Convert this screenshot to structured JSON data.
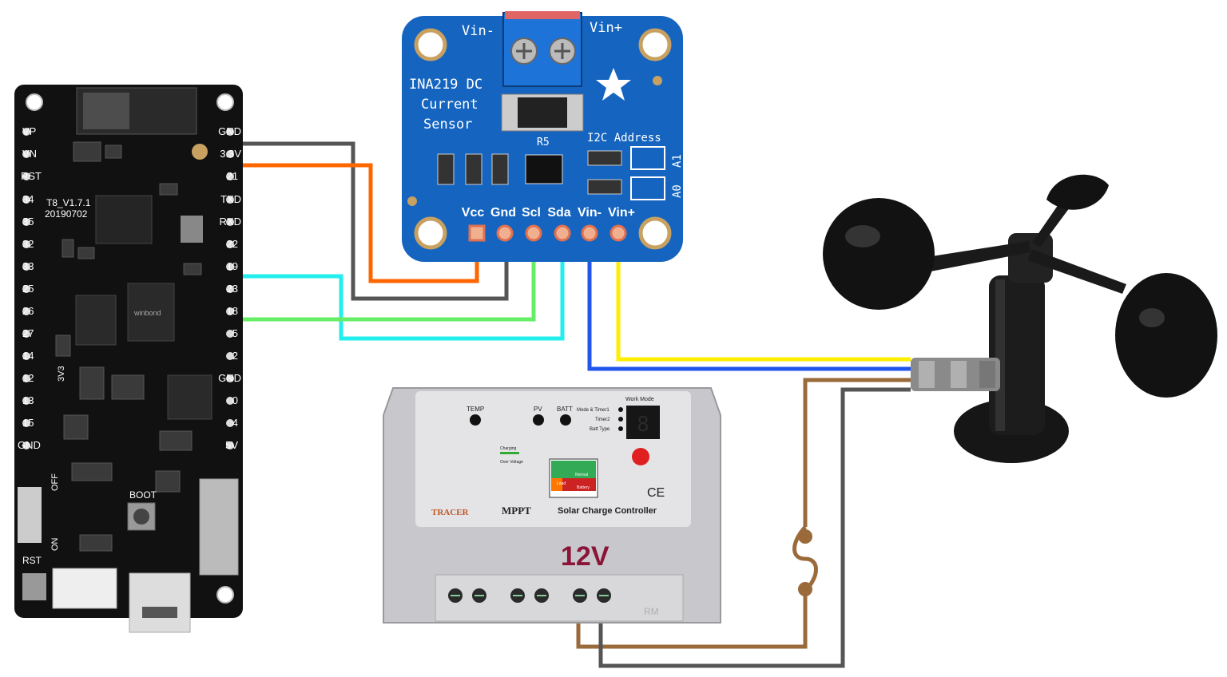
{
  "esp32_board": {
    "left_pins": [
      "VP",
      "VN",
      "RST",
      "34",
      "35",
      "32",
      "33",
      "25",
      "26",
      "27",
      "14",
      "12",
      "13",
      "15",
      "GND"
    ],
    "right_pins": [
      "GND",
      "3.3V",
      "21",
      "TXD",
      "RXD",
      "22",
      "19",
      "23",
      "18",
      "5",
      "2",
      "GND",
      "0",
      "4",
      "5V"
    ],
    "version_label": "T8_V1.7.1",
    "date_label": "20190702",
    "chip_label": "3V3",
    "switch_labels": [
      "OFF",
      "ON"
    ],
    "boot_label": "BOOT",
    "rst_label": "RST",
    "flash_label": "winbond"
  },
  "ina219": {
    "title_lines": [
      "INA219 DC",
      "Current",
      "Sensor"
    ],
    "vin_minus_top": "Vin-",
    "vin_plus_top": "Vin+",
    "r5_label": "R5",
    "i2c_label": "I2C Address",
    "a1_label": "A1",
    "a0_label": "A0",
    "pins": [
      "Vcc",
      "Gnd",
      "Scl",
      "Sda",
      "Vin-",
      "Vin+"
    ]
  },
  "controller": {
    "temp_label": "TEMP",
    "pv_label": "PV",
    "batt_label": "BATT",
    "work_mode_label": "Work Mode",
    "mode_items": [
      "Mode & Timer1",
      "Timer2",
      "Batt Type"
    ],
    "charging_label": "Charging",
    "over_voltage_label": "Over Voltage",
    "normal_label": "Normal",
    "load_label": "Load",
    "battery_label": "Battery",
    "brand": "TRACER",
    "mppt": "MPPT",
    "product": "Solar Charge Controller",
    "ce": "CE",
    "voltage": "12V",
    "rm_label": "RM"
  },
  "wire_colors": {
    "gnd": "#555555",
    "vcc": "#ff6600",
    "scl": "#66ee66",
    "sda": "#22eeee",
    "vin_minus": "#2255ee",
    "vin_plus": "#ffee00",
    "load": "#9a6a3a"
  }
}
